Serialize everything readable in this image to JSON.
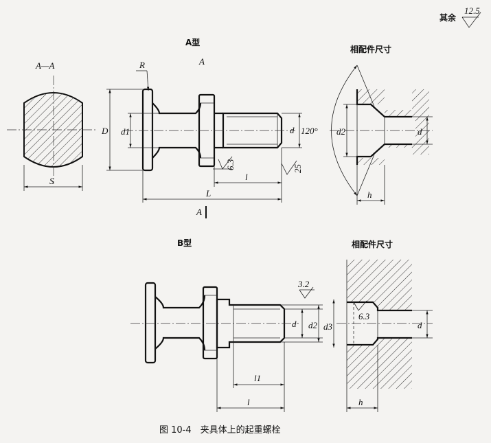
{
  "roughness_other": {
    "prefix": "其余",
    "value": "12.5"
  },
  "type_a": {
    "title": "A型",
    "view_marker": "A",
    "section_label": "A—A",
    "width_label": "S",
    "radius_label": "R",
    "dia_D": "D",
    "dia_d1": "d1",
    "dia_d": "d",
    "length_l": "l",
    "length_L": "L",
    "roughness_1": "6.3",
    "roughness_2": "25",
    "cut_marker": "A",
    "mating_title": "相配件尺寸",
    "mating_angle": "120°",
    "mating_d2": "d2",
    "mating_d": "d",
    "mating_h": "h"
  },
  "type_b": {
    "title": "B型",
    "roughness_1": "3.2",
    "dia_d": "d",
    "dia_d2": "d2",
    "dia_d3": "d3",
    "length_l1": "l1",
    "length_l": "l",
    "mating_title": "相配件尺寸",
    "mating_roughness": "6.3",
    "mating_d": "d",
    "mating_h": "h"
  },
  "caption": "图 10-4　夹具体上的起重螺栓"
}
